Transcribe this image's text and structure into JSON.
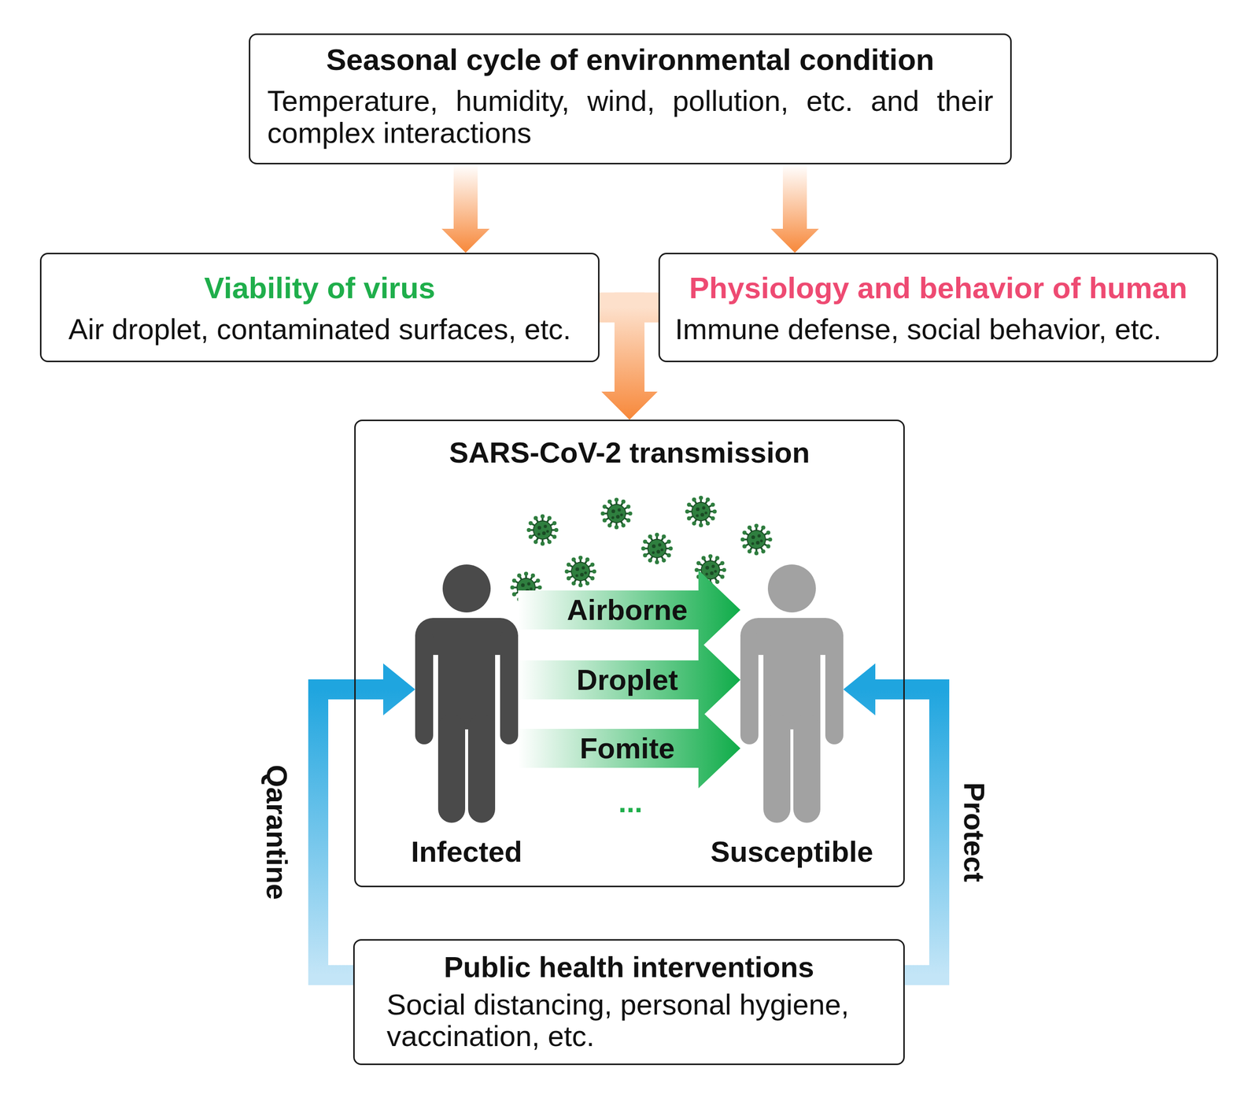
{
  "diagram": {
    "nodes": [
      {
        "text": [
          "Seasonal cycle of environmental condition",
          "Temperature, humidity, wind, pollution, etc. and their complex interactions"
        ]
      },
      {
        "text": [
          "Viability of virus",
          "Air droplet, contaminated surfaces, etc."
        ]
      },
      {
        "text": [
          "Physiology and behavior of human",
          "Immune defense, social behavior, etc."
        ]
      },
      {
        "text": [
          "SARS-CoV-2 transmission"
        ]
      },
      {
        "text": [
          "Infected"
        ],
        "in": 3
      },
      {
        "text": [
          "Susceptible"
        ],
        "in": 3
      },
      {
        "text": [
          "Public health interventions",
          "Social distancing, personal hygiene, vaccination, etc."
        ]
      }
    ],
    "edges": [
      {
        "from": 0,
        "to": 1,
        "arrow": "to"
      },
      {
        "from": 0,
        "to": 2,
        "arrow": "to"
      },
      {
        "from": 1,
        "to": 3,
        "arrow": "to"
      },
      {
        "from": 2,
        "to": 3,
        "arrow": "to"
      },
      {
        "from": 4,
        "to": 5,
        "label": "Airborne",
        "arrow": "to"
      },
      {
        "from": 4,
        "to": 5,
        "label": "Droplet",
        "arrow": "to"
      },
      {
        "from": 4,
        "to": 5,
        "label": "Fomite",
        "arrow": "to"
      },
      {
        "from": 6,
        "to": 4,
        "label": "Qarantine",
        "arrow": "to"
      },
      {
        "from": 6,
        "to": 5,
        "label": "Protect",
        "arrow": "to"
      }
    ],
    "labels": [
      "..."
    ]
  }
}
